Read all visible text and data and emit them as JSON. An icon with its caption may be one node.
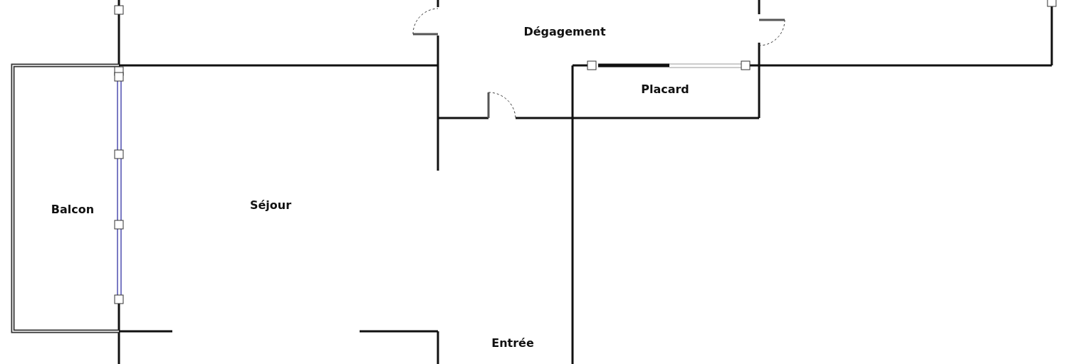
{
  "diagram": {
    "labels": [
      "Dégagement",
      "Placard",
      "Balcon",
      "Séjour",
      "Entrée"
    ]
  }
}
